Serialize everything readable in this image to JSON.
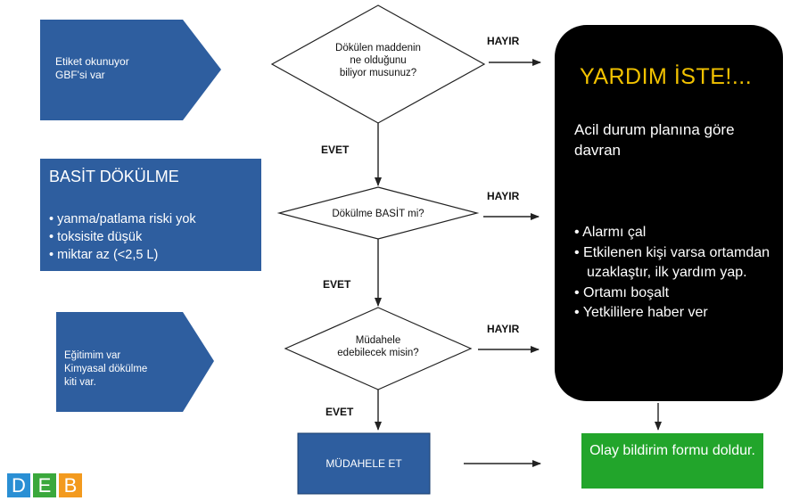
{
  "arrows_left": [
    {
      "lines": [
        "Etiket okunuyor",
        "GBF'si var"
      ]
    },
    {
      "lines": [
        "Eğitimim var",
        "Kimyasal dökülme",
        "kiti var."
      ]
    }
  ],
  "basit_box": {
    "title": "BASİT DÖKÜLME",
    "items": [
      "yanma/patlama riski yok",
      "toksisite düşük",
      "miktar az (<2,5 L)"
    ]
  },
  "decisions": [
    {
      "lines": [
        "Dökülen maddenin",
        "ne olduğunu",
        "biliyor musunuz?"
      ]
    },
    {
      "lines": [
        "Dökülme BASİT mi?"
      ]
    },
    {
      "lines": [
        "Müdahele",
        "edebilecek misin?"
      ]
    }
  ],
  "labels": {
    "no": "HAYIR",
    "yes": "EVET"
  },
  "action_box": {
    "label": "MÜDAHELE ET"
  },
  "help_box": {
    "title": "YARDIM İSTE!...",
    "intro": "Acil durum planına göre davran",
    "items": [
      "Alarmı çal",
      "Etkilenen kişi varsa ortamdan uzaklaştır, ilk yardım yap.",
      "Ortamı boşalt",
      "Yetkililere haber ver"
    ]
  },
  "report_box": {
    "label": "Olay bildirim formu doldur."
  },
  "logo": {
    "letters": [
      "D",
      "E",
      "B"
    ],
    "colors": [
      "#2a8fd4",
      "#3aa83c",
      "#f39a1e"
    ]
  },
  "colors": {
    "blue": "#2e5e9f",
    "black": "#000000",
    "green": "#22a52b",
    "yellow": "#f2c200"
  }
}
